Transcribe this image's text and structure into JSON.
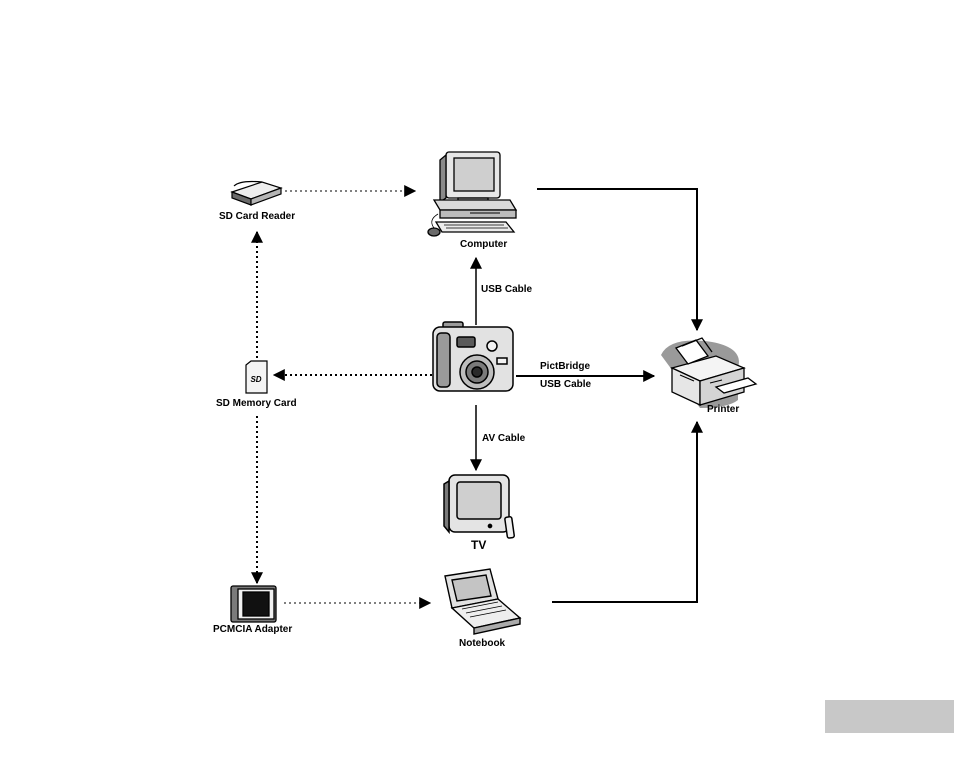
{
  "devices": {
    "sd_card_reader": "SD Card Reader",
    "computer": "Computer",
    "sd_memory_card": "SD Memory Card",
    "printer": "Printer",
    "tv": "TV",
    "pcmcia_adapter": "PCMCIA Adapter",
    "notebook": "Notebook"
  },
  "connections": {
    "usb_cable_computer": "USB Cable",
    "pictbridge": "PictBridge",
    "usb_cable_printer": "USB Cable",
    "av_cable": "AV Cable"
  },
  "colors": {
    "line": "#000000",
    "device_fill": "#dcdcdc",
    "device_dark": "#5a5a5a",
    "printer_shadow": "#9a9a9a",
    "corner_tab": "#c8c8c8"
  }
}
